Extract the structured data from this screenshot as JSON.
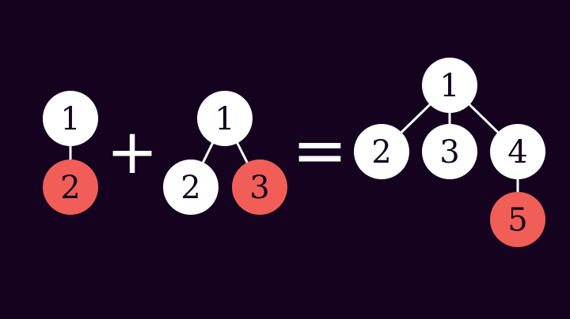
{
  "colors": {
    "background": "#14021f",
    "node_white": "#ffffff",
    "node_red": "#f15e58",
    "edge": "#ffffff",
    "label": "#14021f",
    "operator": "#ffffff"
  },
  "trees": [
    {
      "name": "tree-left",
      "nodes": [
        {
          "id": "a1",
          "label": "1",
          "color": "white"
        },
        {
          "id": "a2",
          "label": "2",
          "color": "red"
        }
      ],
      "edges": [
        [
          "a1",
          "a2"
        ]
      ]
    },
    {
      "name": "tree-middle",
      "nodes": [
        {
          "id": "b1",
          "label": "1",
          "color": "white"
        },
        {
          "id": "b2",
          "label": "2",
          "color": "white"
        },
        {
          "id": "b3",
          "label": "3",
          "color": "red"
        }
      ],
      "edges": [
        [
          "b1",
          "b2"
        ],
        [
          "b1",
          "b3"
        ]
      ]
    },
    {
      "name": "tree-right",
      "nodes": [
        {
          "id": "c1",
          "label": "1",
          "color": "white"
        },
        {
          "id": "c2",
          "label": "2",
          "color": "white"
        },
        {
          "id": "c3",
          "label": "3",
          "color": "white"
        },
        {
          "id": "c4",
          "label": "4",
          "color": "white"
        },
        {
          "id": "c5",
          "label": "5",
          "color": "red"
        }
      ],
      "edges": [
        [
          "c1",
          "c2"
        ],
        [
          "c1",
          "c3"
        ],
        [
          "c1",
          "c4"
        ],
        [
          "c4",
          "c5"
        ]
      ]
    }
  ],
  "operators": {
    "plus": "+",
    "equals": "="
  }
}
